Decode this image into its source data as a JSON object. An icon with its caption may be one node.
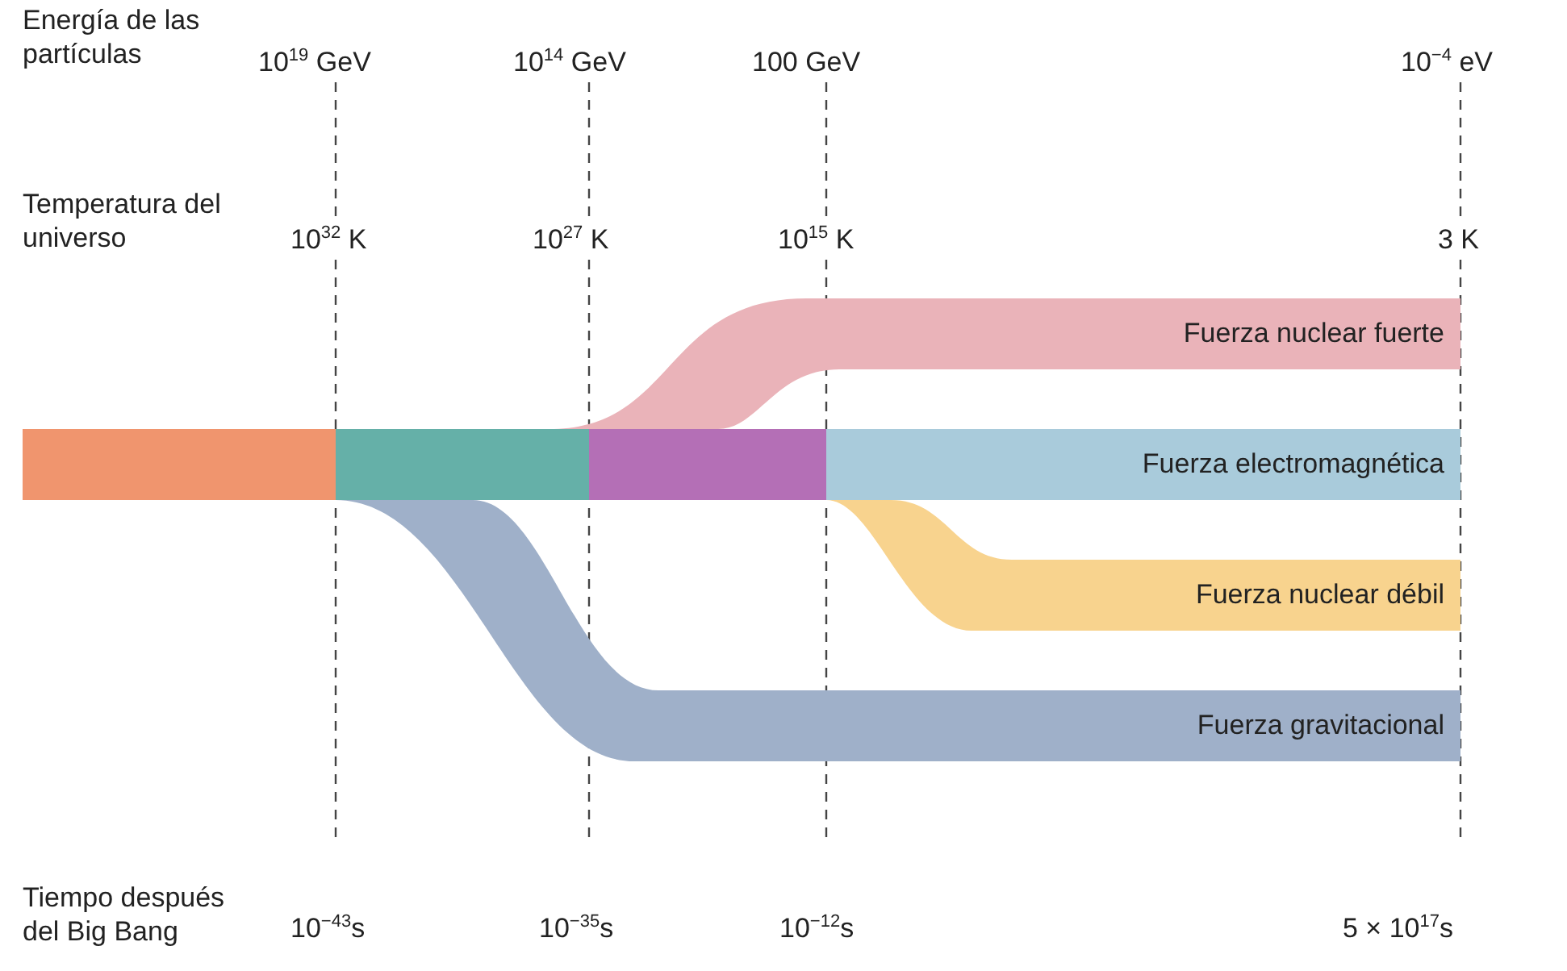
{
  "diagram": {
    "nodes": [
      {
        "text": [],
        "shape": "bar"
      },
      {
        "text": [],
        "shape": "bar"
      },
      {
        "text": [],
        "shape": "bar"
      },
      {
        "text": [
          "Fuerza nuclear fuerte"
        ]
      },
      {
        "text": [
          "Fuerza electromagnética"
        ]
      },
      {
        "text": [
          "Fuerza nuclear débil"
        ]
      },
      {
        "text": [
          "Fuerza gravitacional"
        ]
      }
    ],
    "labels": [
      "Energía de las partículas",
      "10$^{19}$ GeV",
      "10$^{14}$ GeV",
      "100 GeV",
      "10$^{−4}$ eV",
      "Temperatura del universo",
      "10$^{32}$ K",
      "10$^{27}$ K",
      "10$^{15}$ K",
      "3 K",
      "Tiempo después del Big Bang",
      "10$^{−43}$s",
      "10$^{−35}$s",
      "10$^{−12}$s",
      "5 × 10$^{17}$s"
    ]
  }
}
